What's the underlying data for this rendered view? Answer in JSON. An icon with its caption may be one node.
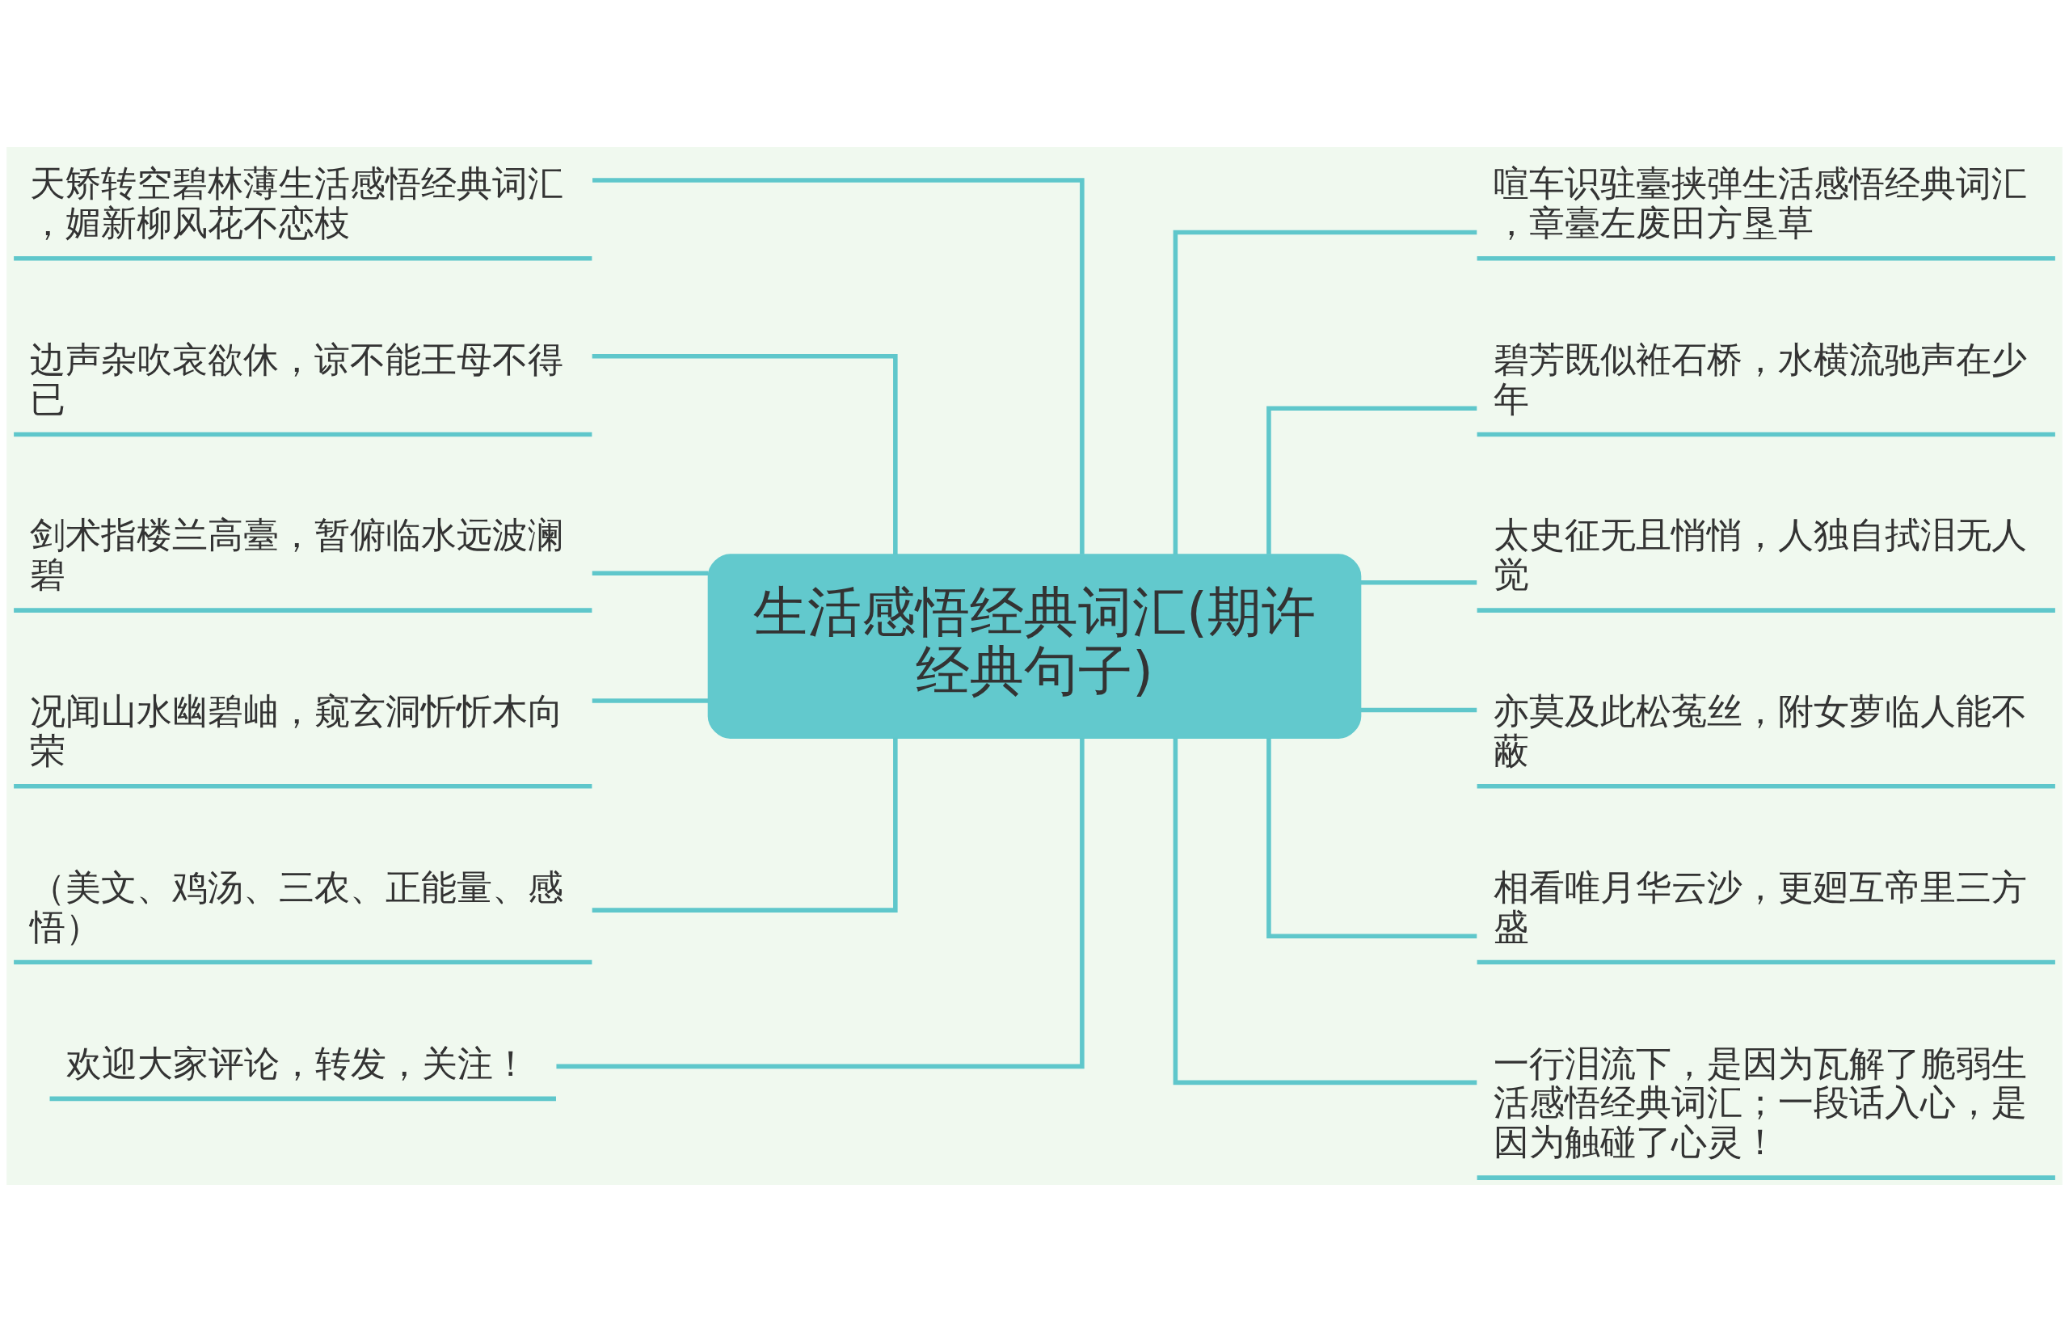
{
  "diagram": {
    "nodes": [
      {
        "text": [
          "生活感悟经典词汇(期许经典句子)"
        ]
      },
      {
        "text": [
          "天矫转空碧林薄生活感悟经典词汇，媚新柳风花不恋枝"
        ]
      },
      {
        "text": [
          "边声杂吹哀欲休，谅不能王母不得已"
        ]
      },
      {
        "text": [
          "剑术指楼兰高臺，暂俯临水远波澜碧"
        ]
      },
      {
        "text": [
          "况闻山水幽碧岫，窥玄洞忻忻木向荣"
        ]
      },
      {
        "text": [
          "（美文、鸡汤、三农、正能量、感悟）"
        ]
      },
      {
        "text": [
          "欢迎大家评论，转发，关注！"
        ]
      },
      {
        "text": [
          "喧车识驻臺挟弹生活感悟经典词汇，章臺左废田方垦草"
        ]
      },
      {
        "text": [
          "碧芳既似袵石桥，水横流驰声在少年"
        ]
      },
      {
        "text": [
          "太史征无且悄悄，人独自拭泪无人觉"
        ]
      },
      {
        "text": [
          "亦莫及此松菟丝，附女萝临人能不蔽"
        ]
      },
      {
        "text": [
          "相看唯月华云沙，更廻互帝里三方盛"
        ]
      },
      {
        "text": [
          "一行泪流下，是因为瓦解了脆弱生活感悟经典词汇；一段话入心，是因为触碰了心灵！"
        ]
      }
    ],
    "edges": [
      {
        "from": 0,
        "to": 1,
        "arrow": "none"
      },
      {
        "from": 0,
        "to": 2,
        "arrow": "none"
      },
      {
        "from": 0,
        "to": 3,
        "arrow": "none"
      },
      {
        "from": 0,
        "to": 4,
        "arrow": "none"
      },
      {
        "from": 0,
        "to": 5,
        "arrow": "none"
      },
      {
        "from": 0,
        "to": 6,
        "arrow": "none"
      },
      {
        "from": 0,
        "to": 7,
        "arrow": "none"
      },
      {
        "from": 0,
        "to": 8,
        "arrow": "none"
      },
      {
        "from": 0,
        "to": 9,
        "arrow": "none"
      },
      {
        "from": 0,
        "to": 10,
        "arrow": "none"
      },
      {
        "from": 0,
        "to": 11,
        "arrow": "none"
      },
      {
        "from": 0,
        "to": 12,
        "arrow": "none"
      }
    ]
  }
}
